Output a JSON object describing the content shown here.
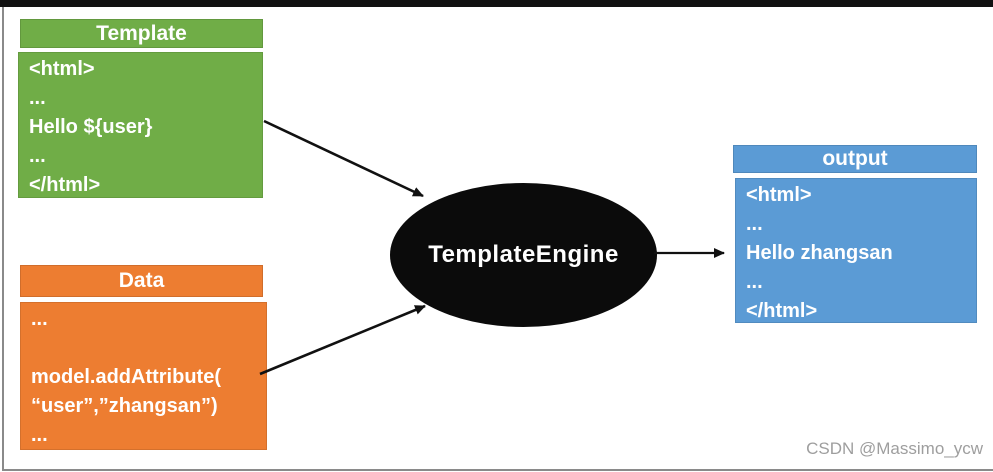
{
  "frame": {
    "background": "#ffffff",
    "top_bar_color": "#111111",
    "border_line_color": "#8a8a8a"
  },
  "template_box": {
    "title": "Template",
    "color": "#70ad47",
    "lines": [
      "<html>",
      "...",
      "Hello ${user}",
      "...",
      "</html>"
    ]
  },
  "data_box": {
    "title": "Data",
    "color": "#ed7d31",
    "lines": [
      "...",
      "",
      "model.addAttribute(",
      "“user”,”zhangsan”)",
      "..."
    ]
  },
  "engine": {
    "label": "TemplateEngine",
    "color": "#0b0b0b",
    "text_color": "#ffffff"
  },
  "output_box": {
    "title": "output",
    "color": "#5b9bd5",
    "lines": [
      "<html>",
      "...",
      "Hello zhangsan",
      "...",
      "</html>"
    ]
  },
  "arrows": {
    "color": "#111111"
  },
  "watermark": {
    "text": "CSDN @Massimo_ycw",
    "color": "#9e9e9e"
  }
}
